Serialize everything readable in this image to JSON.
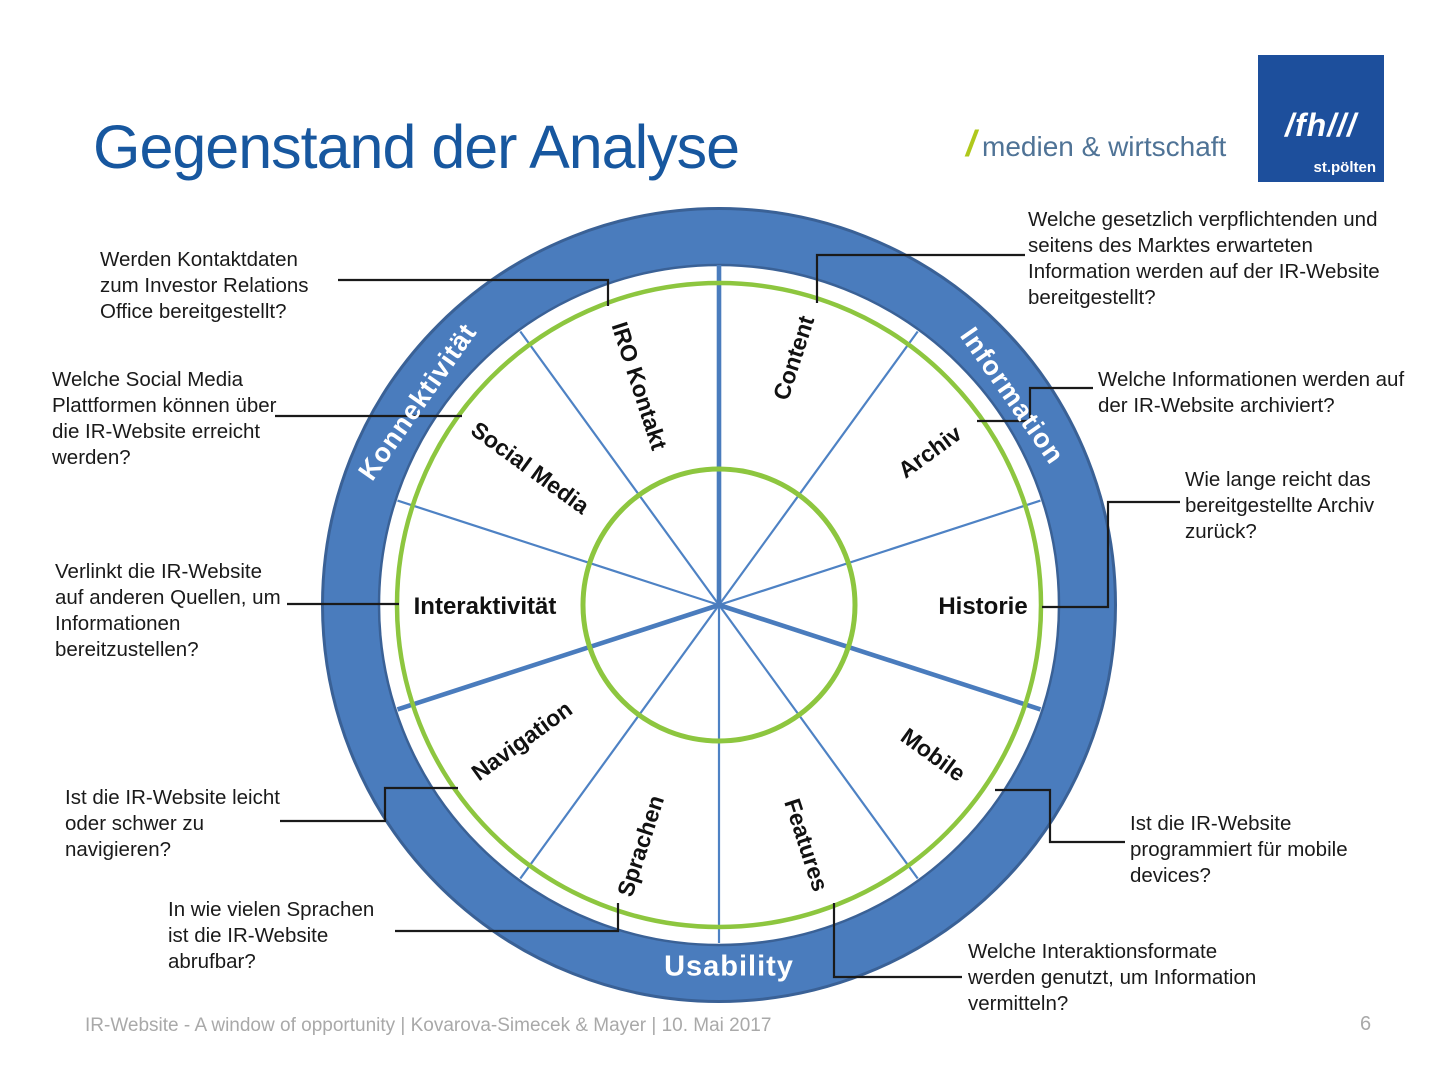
{
  "slide": {
    "title": "Gegenstand der Analyse",
    "footer": "IR-Website - A window of opportunity | Kovarova-Simecek & Mayer | 10. Mai 2017",
    "page_number": "6"
  },
  "logo": {
    "slash": "/",
    "brand_text": "medien & wirtschaft",
    "fh_text": "/fh///",
    "fh_city": "st.pölten"
  },
  "wheel": {
    "sections": [
      {
        "label": "Konnektivität"
      },
      {
        "label": "Information"
      },
      {
        "label": "Usability"
      }
    ],
    "segments": [
      {
        "label": "IRO Kontakt"
      },
      {
        "label": "Content"
      },
      {
        "label": "Archiv"
      },
      {
        "label": "Historie"
      },
      {
        "label": "Mobile"
      },
      {
        "label": "Features"
      },
      {
        "label": "Sprachen"
      },
      {
        "label": "Navigation"
      },
      {
        "label": "Interaktivität"
      },
      {
        "label": "Social Media"
      }
    ]
  },
  "annotations": [
    {
      "text": "Werden Kontaktdaten\nzum Investor Relations\nOffice bereitgestellt?"
    },
    {
      "text": "Welche Social Media\nPlattformen können über\ndie IR-Website erreicht\nwerden?"
    },
    {
      "text": "Verlinkt die IR-Website\nauf anderen Quellen, um\nInformationen\nbereitzustellen?"
    },
    {
      "text": "Ist die IR-Website leicht\noder schwer zu\nnavigieren?"
    },
    {
      "text": "In wie vielen Sprachen\nist die IR-Website\nabrufbar?"
    },
    {
      "text": "Welche gesetzlich verpflichtenden und\nseitens des Marktes erwarteten\nInformation werden auf der IR-Website\nbereitgestellt?"
    },
    {
      "text": "Welche Informationen werden auf\nder IR-Website archiviert?"
    },
    {
      "text": "Wie lange reicht das\nbereitgestellte Archiv\nzurück?"
    },
    {
      "text": "Ist die IR-Website\nprogrammiert für mobile\ndevices?"
    },
    {
      "text": "Welche Interaktionsformate\nwerden genutzt, um Information\nvermitteln?"
    }
  ],
  "colors": {
    "title_blue": "#17579F",
    "ring_blue": "#4A7CBD",
    "ring_border_blue": "#3A6196",
    "spoke_blue": "#4E82C4",
    "green": "#8DC63F",
    "logo_box_blue": "#1D4F9C",
    "brand_slash_green": "#AFC81C",
    "brand_text_blue": "#4F7396",
    "footer_gray": "#A9A9A9",
    "annotation_black": "#1A1A1A"
  }
}
